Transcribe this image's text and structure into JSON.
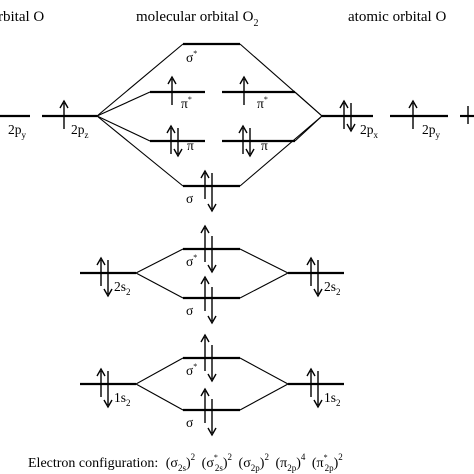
{
  "titles": {
    "left": "rbital O",
    "center_main": "molecular orbital O",
    "center_sub": "2",
    "right": "atomic orbital O"
  },
  "orbitals": {
    "two_p": {
      "left_py": {
        "main": "2p",
        "sub": "y"
      },
      "left_pz": {
        "main": "2p",
        "sub": "z"
      },
      "right_px": {
        "main": "2p",
        "sub": "x"
      },
      "right_py": {
        "main": "2p",
        "sub": "y"
      },
      "sigma_star": {
        "main": "σ",
        "sup": "*"
      },
      "pi_star_left": {
        "main": "π",
        "sup": "*"
      },
      "pi_star_right": {
        "main": "π",
        "sup": "*"
      },
      "pi_left": {
        "main": "π"
      },
      "pi_right": {
        "main": "π"
      },
      "sigma": {
        "main": "σ"
      }
    },
    "two_s": {
      "left": {
        "main": "2s",
        "sub": "2"
      },
      "right": {
        "main": "2s",
        "sub": "2"
      },
      "sigma_star": {
        "main": "σ",
        "sup": "*"
      },
      "sigma": {
        "main": "σ"
      }
    },
    "one_s": {
      "left": {
        "main": "1s",
        "sub": "2"
      },
      "right": {
        "main": "1s",
        "sub": "2"
      },
      "sigma_star": {
        "main": "σ",
        "sup": "*"
      },
      "sigma": {
        "main": "σ"
      }
    }
  },
  "config": {
    "prefix": "Electron configuration:",
    "terms": [
      {
        "sym": "σ",
        "sub": "2s",
        "star": "",
        "exp": "2"
      },
      {
        "sym": "σ",
        "sub": "2s",
        "star": "*",
        "exp": "2"
      },
      {
        "sym": "σ",
        "sub": "2p",
        "star": "",
        "exp": "2"
      },
      {
        "sym": "π",
        "sub": "2p",
        "star": "",
        "exp": "4"
      },
      {
        "sym": "π",
        "sub": "2p",
        "star": "*",
        "exp": "2"
      }
    ]
  }
}
